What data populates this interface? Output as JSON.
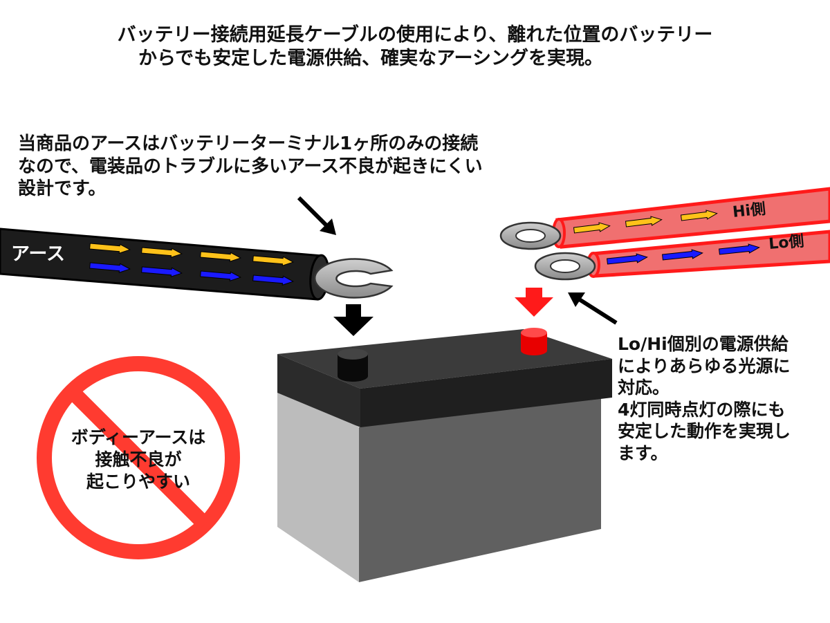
{
  "headline": {
    "line1": "バッテリー接続用延長ケーブルの使用により、離れた位置のバッテリー",
    "line2": "からでも安定した電源供給、確実なアーシングを実現。"
  },
  "ground_note": {
    "line1": "当商品のアースはバッテリーターミナル1ヶ所のみの接続",
    "line2": "なので、電装品のトラブルに多いアース不良が起きにくい",
    "line3": "設計です。"
  },
  "ground_cable": {
    "label": "アース"
  },
  "hi_cable": {
    "label": "Hi側"
  },
  "lo_cable": {
    "label": "Lo側"
  },
  "power_note": {
    "line1": "Lo/Hi個別の電源供給",
    "line2": "によりあらゆる光源に",
    "line3": "対応。",
    "line4": "4灯同時点灯の際にも",
    "line5": "安定した動作を実現し",
    "line6": "ます。"
  },
  "warning": {
    "line1": "ボディーアースは",
    "line2": "接触不良が",
    "line3": "起こりやすい"
  },
  "colors": {
    "ground_cable": "#1c1c1c",
    "power_cable": "#f06a6a",
    "power_cable_edge": "#ff1a1a",
    "flow_yellow": "#ffc21a",
    "flow_blue": "#1a1aff",
    "prohibit_red": "#ff3b30",
    "battery_top": "#3a3a3a",
    "battery_side": "#bcbcbc",
    "battery_front": "#606060",
    "terminal_positive": "#e80000",
    "terminal_negative": "#0a0a0a"
  }
}
